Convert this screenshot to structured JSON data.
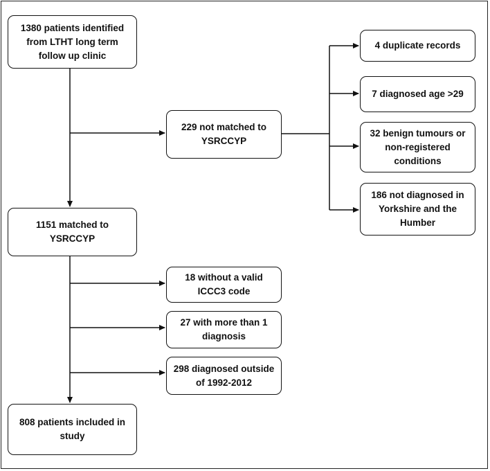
{
  "boxes": {
    "identified": "1380 patients identified from LTHT long term follow up clinic",
    "not_matched": "229 not matched to YSRCCYP",
    "duplicate": "4 duplicate records",
    "age": "7 diagnosed age >29",
    "benign": "32 benign tumours or non-registered conditions",
    "not_yorkshire": "186 not diagnosed in Yorkshire and the Humber",
    "matched": "1151 matched to YSRCCYP",
    "no_iccc3": "18 without a valid ICCC3 code",
    "multi_diag": "27 with more than 1 diagnosis",
    "outside_dates": "298 diagnosed outside of 1992-2012",
    "included": "808 patients included in study"
  }
}
